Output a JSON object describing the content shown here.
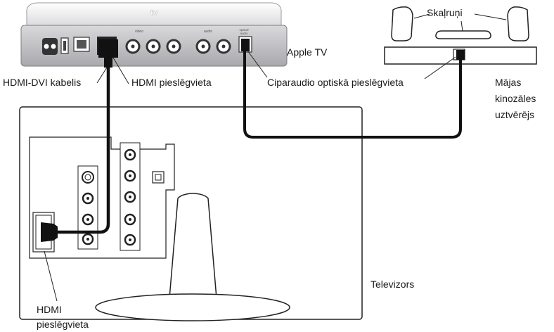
{
  "labels": {
    "apple_tv": "Apple TV",
    "speakers": "Skaļruņi",
    "receiver": "Mājas\nkinozāles\nuztvērējs",
    "hdmi_dvi_cable": "HDMI-DVI kabelis",
    "hdmi_port_top": "HDMI pieslēgvieta",
    "optical_port": "Ciparaudio optiskā pieslēgvieta",
    "tv": "Televizors",
    "hdmi_port_bottom": "HDMI\npieslēgvieta"
  },
  "device_text": {
    "logo": " tv",
    "video": "video",
    "audio": "audio",
    "optical": "optical\naudio"
  },
  "colors": {
    "cable": "#111111",
    "device_fill": "#e8e8ea",
    "device_stroke": "#555555"
  }
}
